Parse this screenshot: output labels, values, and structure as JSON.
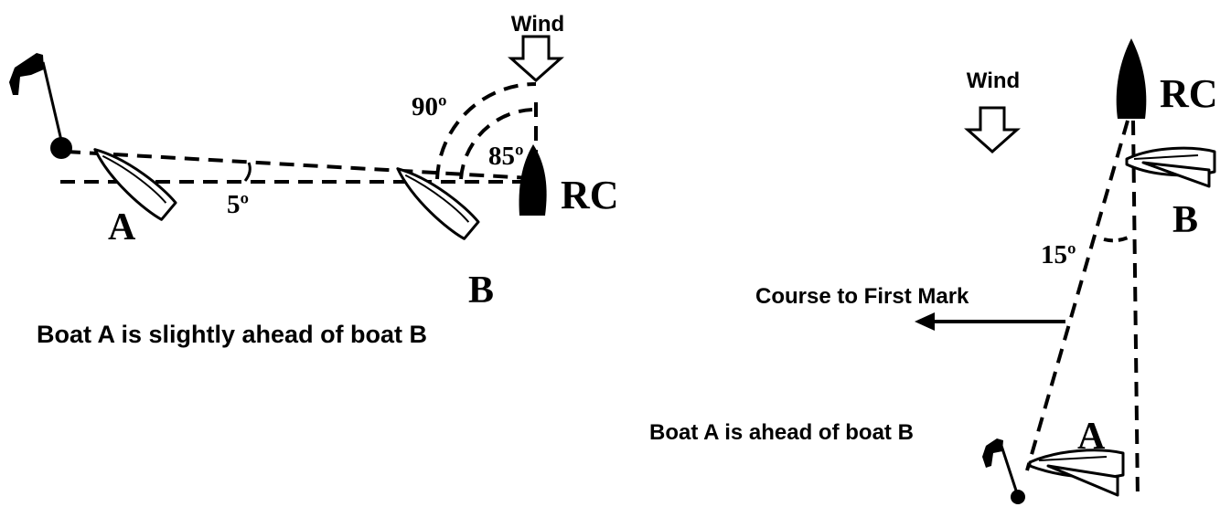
{
  "left_diagram": {
    "wind_label": "Wind",
    "angle_90": "90º",
    "angle_85": "85º",
    "angle_5": "5º",
    "boat_a_label": "A",
    "boat_b_label": "B",
    "committee_label": "RC",
    "caption": "Boat A is slightly ahead of boat B"
  },
  "right_diagram": {
    "wind_label": "Wind",
    "committee_label": "RC",
    "boat_b_label": "B",
    "angle_15": "15º",
    "course_label": "Course to First Mark",
    "boat_a_label": "A",
    "caption": "Boat A is ahead of boat B"
  }
}
